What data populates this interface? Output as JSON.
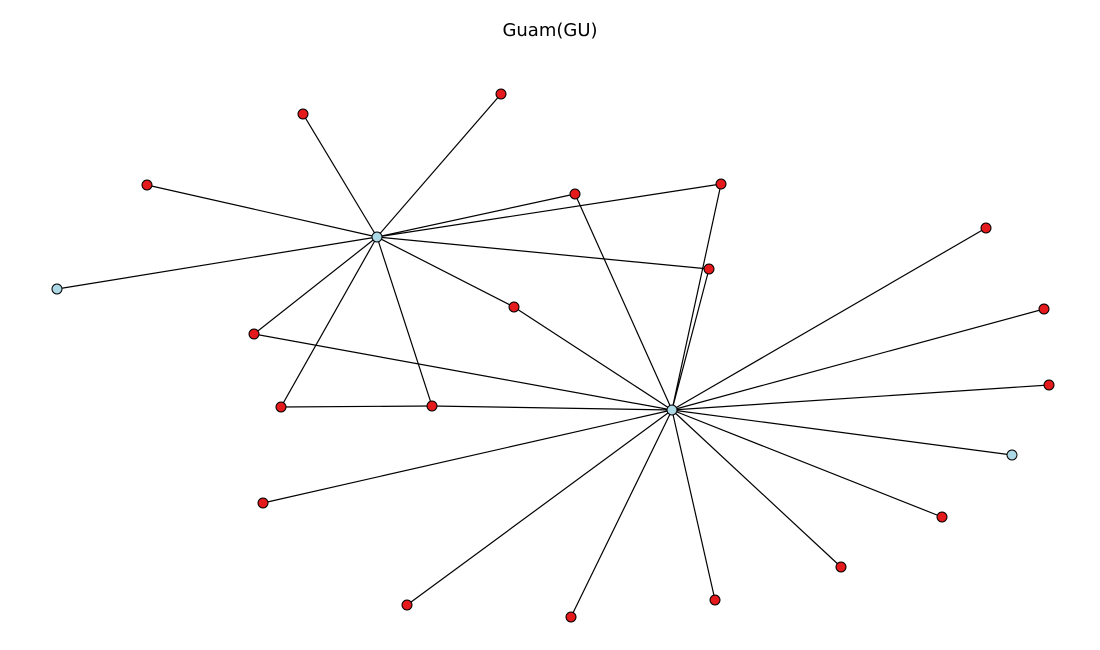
{
  "title": "Guam(GU)",
  "colors": {
    "hub": "#add8e6",
    "leaf": "#e41a1c",
    "stroke": "#000000",
    "edge": "#000000"
  },
  "nodes": [
    {
      "id": "hub-a",
      "kind": "hub"
    },
    {
      "id": "hub-b",
      "kind": "hub"
    },
    {
      "id": "n1",
      "kind": "leaf"
    },
    {
      "id": "n2",
      "kind": "leaf"
    },
    {
      "id": "n3",
      "kind": "leaf"
    },
    {
      "id": "n4",
      "kind": "hub"
    },
    {
      "id": "n5",
      "kind": "leaf"
    },
    {
      "id": "n6",
      "kind": "leaf"
    },
    {
      "id": "n7",
      "kind": "leaf"
    },
    {
      "id": "n8",
      "kind": "leaf"
    },
    {
      "id": "n9",
      "kind": "leaf"
    },
    {
      "id": "n10",
      "kind": "leaf"
    },
    {
      "id": "n11",
      "kind": "leaf"
    },
    {
      "id": "n12",
      "kind": "leaf"
    },
    {
      "id": "n13",
      "kind": "leaf"
    },
    {
      "id": "n14",
      "kind": "leaf"
    },
    {
      "id": "n15",
      "kind": "hub"
    },
    {
      "id": "n16",
      "kind": "leaf"
    },
    {
      "id": "n17",
      "kind": "leaf"
    },
    {
      "id": "n18",
      "kind": "leaf"
    },
    {
      "id": "n19",
      "kind": "leaf"
    },
    {
      "id": "n20",
      "kind": "leaf"
    },
    {
      "id": "n21",
      "kind": "leaf"
    }
  ],
  "edges": [
    [
      "hub-a",
      "n1"
    ],
    [
      "hub-a",
      "n2"
    ],
    [
      "hub-a",
      "n3"
    ],
    [
      "hub-a",
      "n4"
    ],
    [
      "hub-a",
      "n5"
    ],
    [
      "hub-a",
      "n6"
    ],
    [
      "hub-a",
      "n7"
    ],
    [
      "hub-a",
      "n8"
    ],
    [
      "hub-a",
      "n9"
    ],
    [
      "hub-a",
      "n10"
    ],
    [
      "hub-a",
      "n11"
    ],
    [
      "hub-b",
      "n5"
    ],
    [
      "hub-b",
      "n6"
    ],
    [
      "hub-b",
      "n7"
    ],
    [
      "hub-b",
      "n8"
    ],
    [
      "hub-b",
      "n9"
    ],
    [
      "hub-b",
      "n11"
    ],
    [
      "n10",
      "n11"
    ],
    [
      "hub-b",
      "n12"
    ],
    [
      "hub-b",
      "n13"
    ],
    [
      "hub-b",
      "n14"
    ],
    [
      "hub-b",
      "n15"
    ],
    [
      "hub-b",
      "n16"
    ],
    [
      "hub-b",
      "n17"
    ],
    [
      "hub-b",
      "n18"
    ],
    [
      "hub-b",
      "n19"
    ],
    [
      "hub-b",
      "n20"
    ],
    [
      "hub-b",
      "n21"
    ]
  ]
}
